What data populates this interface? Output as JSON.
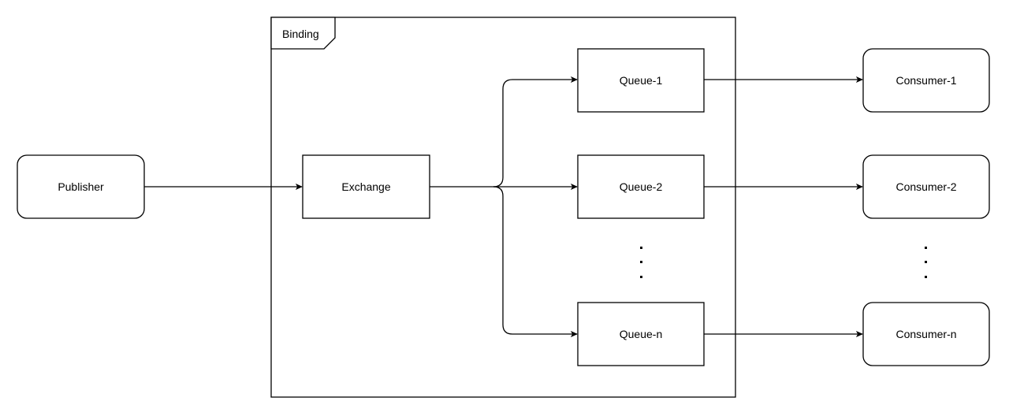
{
  "diagram": {
    "type": "flowchart",
    "colors": {
      "stroke": "#000000",
      "fill": "#ffffff",
      "text": "#000000"
    },
    "frame": {
      "label": "Binding"
    },
    "nodes": {
      "publisher": "Publisher",
      "exchange": "Exchange",
      "queue1": "Queue-1",
      "queue2": "Queue-2",
      "queuen": "Queue-n",
      "consumer1": "Consumer-1",
      "consumer2": "Consumer-2",
      "consumern": "Consumer-n"
    },
    "edges": [
      {
        "from": "Publisher",
        "to": "Exchange"
      },
      {
        "from": "Exchange",
        "to": "Queue-1"
      },
      {
        "from": "Exchange",
        "to": "Queue-2"
      },
      {
        "from": "Exchange",
        "to": "Queue-n"
      },
      {
        "from": "Queue-1",
        "to": "Consumer-1"
      },
      {
        "from": "Queue-2",
        "to": "Consumer-2"
      },
      {
        "from": "Queue-n",
        "to": "Consumer-n"
      }
    ]
  }
}
